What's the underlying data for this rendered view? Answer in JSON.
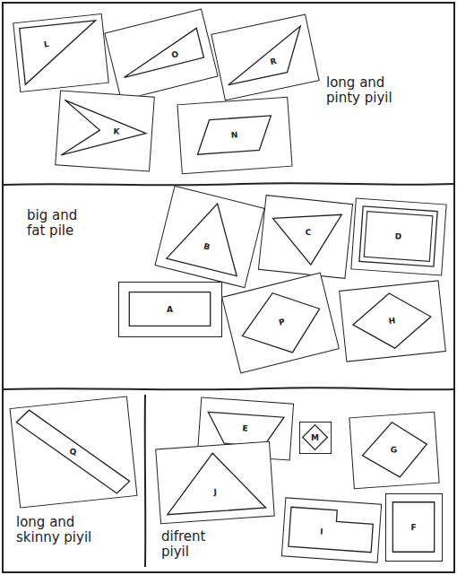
{
  "diagram": {
    "nodes": [
      {
        "text": [
          "long and pinty piyil"
        ]
      },
      {
        "text": [
          "L"
        ],
        "in": 0
      },
      {
        "text": [
          "O"
        ],
        "in": 0
      },
      {
        "text": [
          "R"
        ],
        "in": 0
      },
      {
        "text": [
          "K"
        ],
        "in": 0
      },
      {
        "text": [
          "N"
        ],
        "in": 0
      },
      {
        "text": [
          "big and fat pile"
        ]
      },
      {
        "text": [
          "B"
        ],
        "in": 6
      },
      {
        "text": [
          "C"
        ],
        "in": 6
      },
      {
        "text": [
          "D"
        ],
        "in": 6
      },
      {
        "text": [
          "A"
        ],
        "in": 6
      },
      {
        "text": [
          "P"
        ],
        "in": 6
      },
      {
        "text": [
          "H"
        ],
        "in": 6
      },
      {
        "text": [
          "long and skinny piyil"
        ]
      },
      {
        "text": [
          "Q"
        ],
        "in": 13
      },
      {
        "text": [
          "difrent piyil"
        ]
      },
      {
        "text": [
          "E"
        ],
        "in": 15
      },
      {
        "text": [
          "J"
        ],
        "in": 15
      },
      {
        "text": [
          "M"
        ],
        "in": 15
      },
      {
        "text": [
          "I"
        ],
        "in": 15
      },
      {
        "text": [
          "G"
        ],
        "in": 15
      },
      {
        "text": [
          "F"
        ],
        "in": 15
      }
    ]
  }
}
